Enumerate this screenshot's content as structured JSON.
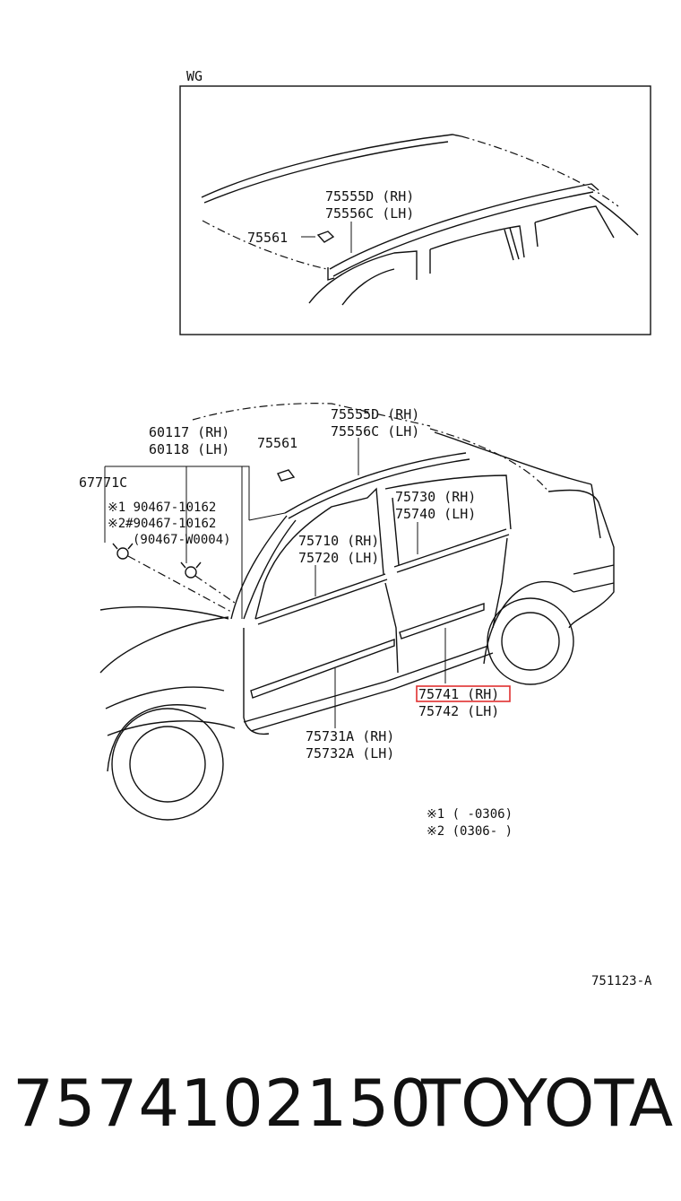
{
  "inset": {
    "tag": "WG"
  },
  "labels": {
    "inset_75555d": "75555D (RH)",
    "inset_75556c": "75556C (LH)",
    "inset_75561": "75561",
    "main_75555d": "75555D (RH)",
    "main_75556c": "75556C (LH)",
    "main_75561": "75561",
    "l_60117": "60117 (RH)",
    "l_60118": "60118 (LH)",
    "l_67771c": "67771C",
    "l_90467_1": "※1  90467-10162",
    "l_90467_2": "※2#90467-10162",
    "l_90467_3": "(90467-W0004)",
    "l_75730": "75730 (RH)",
    "l_75740": "75740 (LH)",
    "l_75710": "75710 (RH)",
    "l_75720": "75720 (LH)",
    "l_75741": "75741 (RH)",
    "l_75742": "75742 (LH)",
    "l_75731a": "75731A (RH)",
    "l_75732a": "75732A (LH)"
  },
  "notes": {
    "n1": "※1 (      -0306)",
    "n2": "※2 (0306-      )"
  },
  "figure_code": "751123-A",
  "footer": {
    "part_number": "7574102150",
    "brand": "TOYOTA"
  },
  "colors": {
    "highlight": "#e03030",
    "ink": "#111111"
  }
}
